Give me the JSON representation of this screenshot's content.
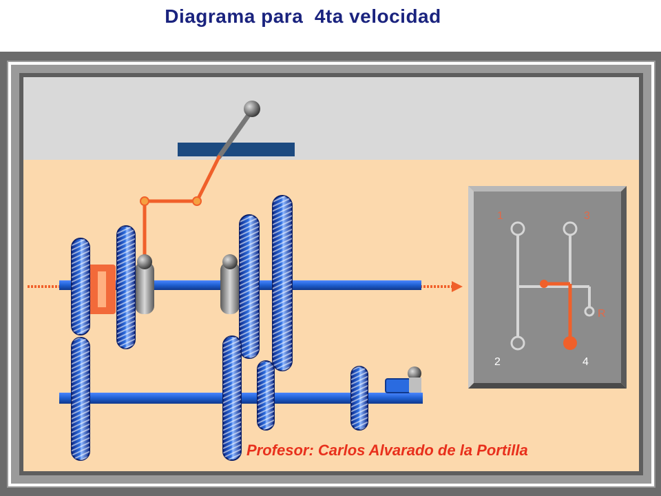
{
  "title": "Diagrama para  4ta velocidad",
  "credit": "Profesor: Carlos Alvarado de la Portilla",
  "gear_pattern": {
    "labels": {
      "first": "1",
      "third": "3",
      "second": "2",
      "fourth": "4",
      "reverse": "R"
    },
    "selected_gear": "4"
  },
  "colors": {
    "title": "#1a237e",
    "credit": "#e8301c",
    "selector_linkage": "#f0602a",
    "shaft": "#1f5fd0",
    "gear": "#1238a8",
    "housing_interior": "#fcd9ad",
    "housing_top": "#d9d9d9",
    "frame": "#6b6b6b"
  }
}
